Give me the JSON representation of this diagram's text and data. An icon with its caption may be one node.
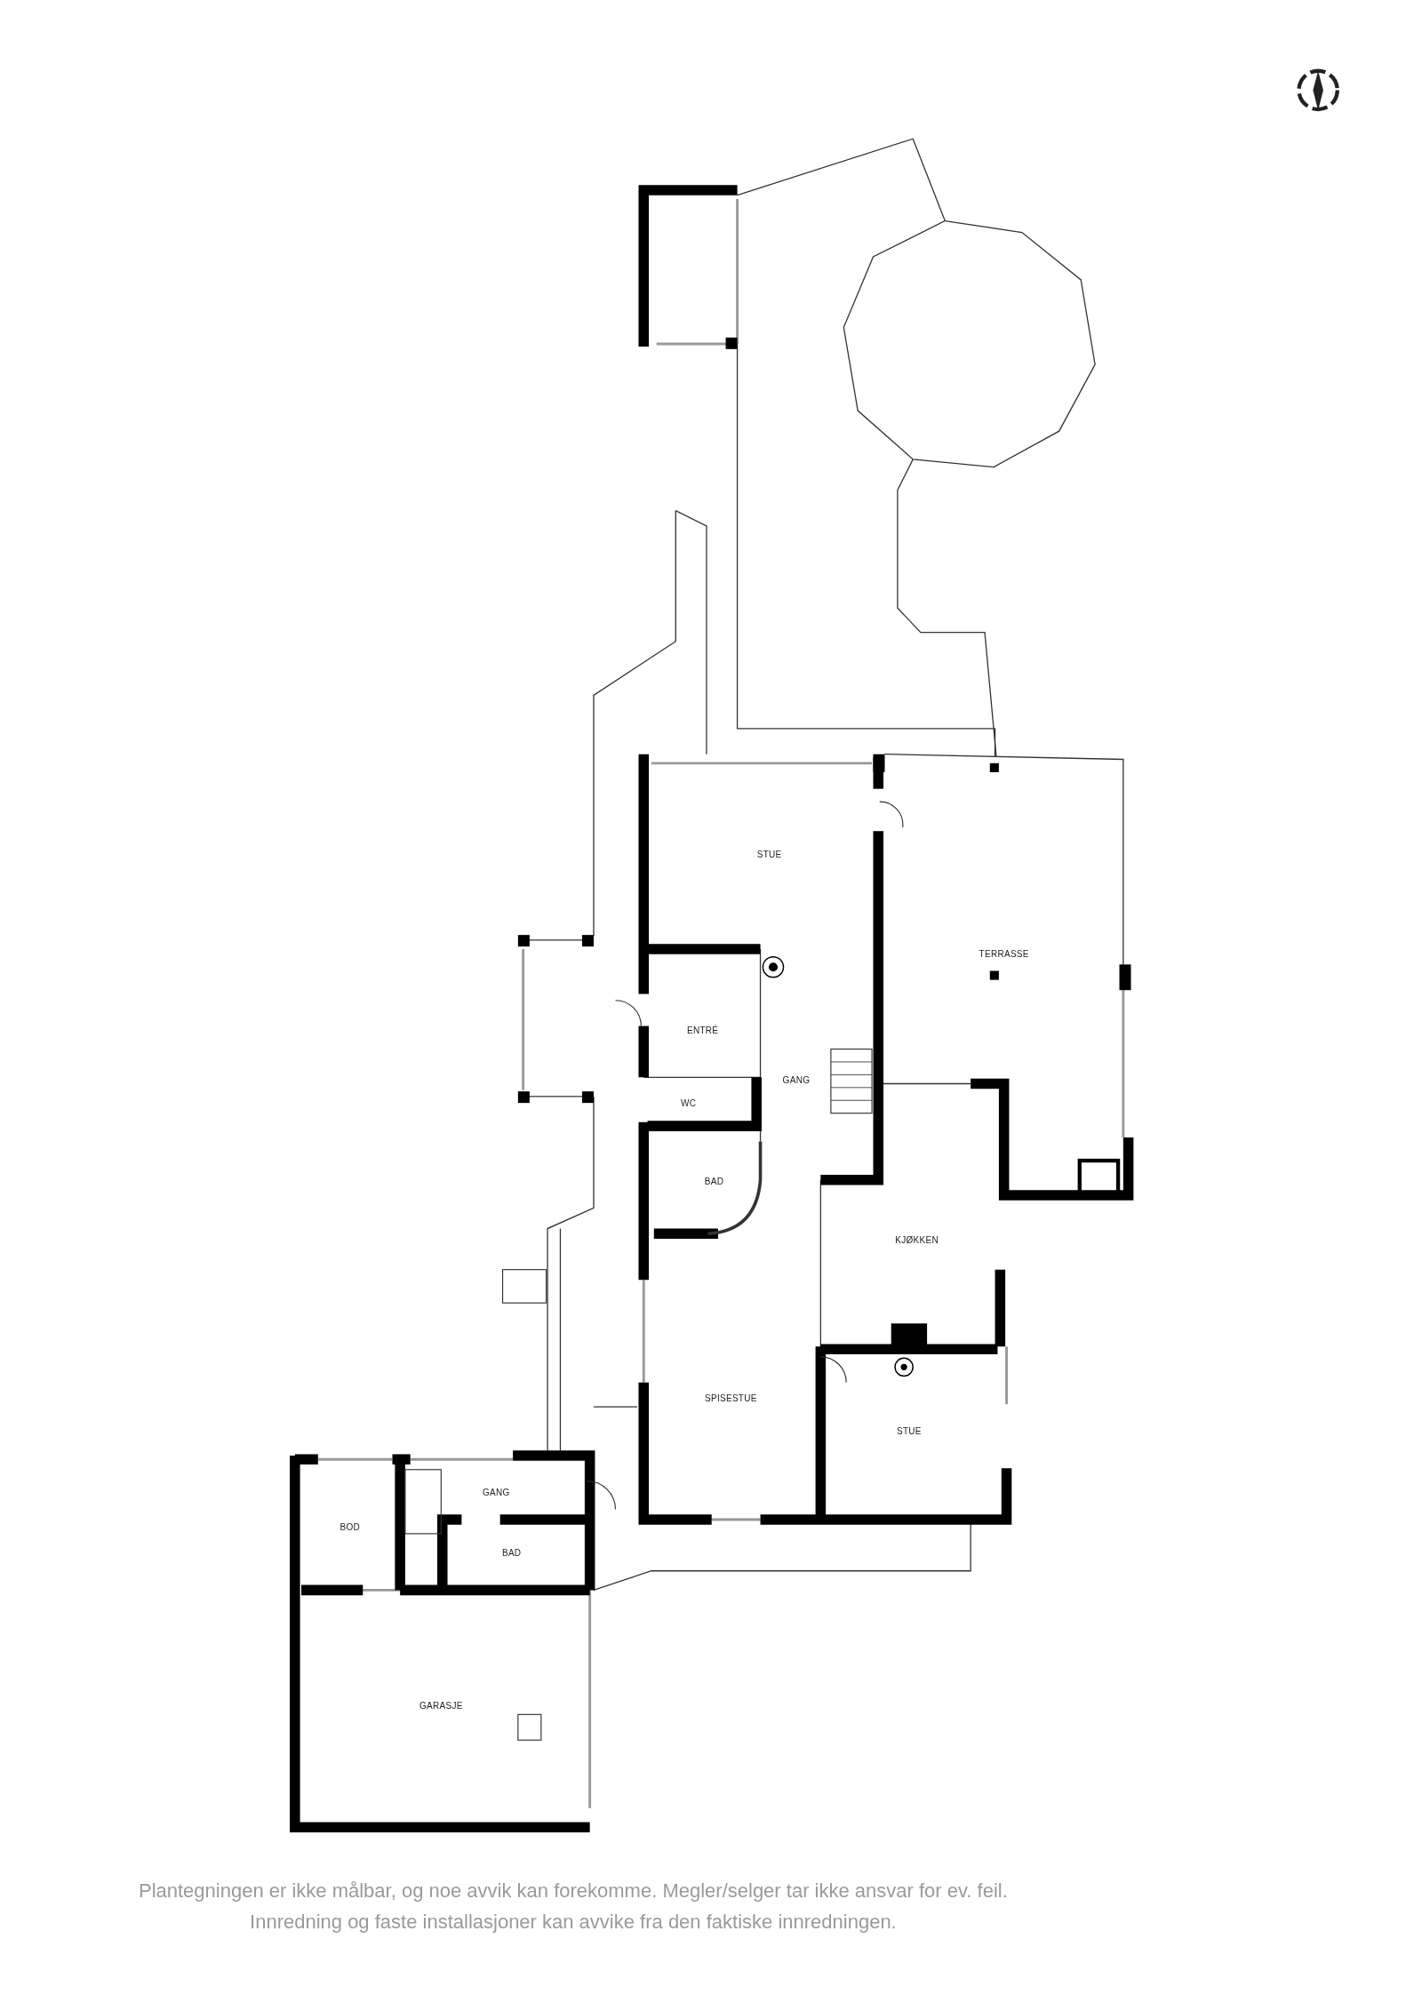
{
  "diagram": {
    "labels": [
      "STUE",
      "TERRASSE",
      "ENTRÉ",
      "GANG",
      "WC",
      "BAD",
      "KJØKKEN",
      "SPISESTUE",
      "STUE",
      "GANG",
      "BOD",
      "BAD",
      "GARASJE",
      "Plantegningen er ikke målbar, og noe avvik kan forekomme. Megler/selger tar ikke ansvar for ev. feil.",
      "Innredning og faste installasjoner kan avvike fra den faktiske innredningen."
    ]
  }
}
